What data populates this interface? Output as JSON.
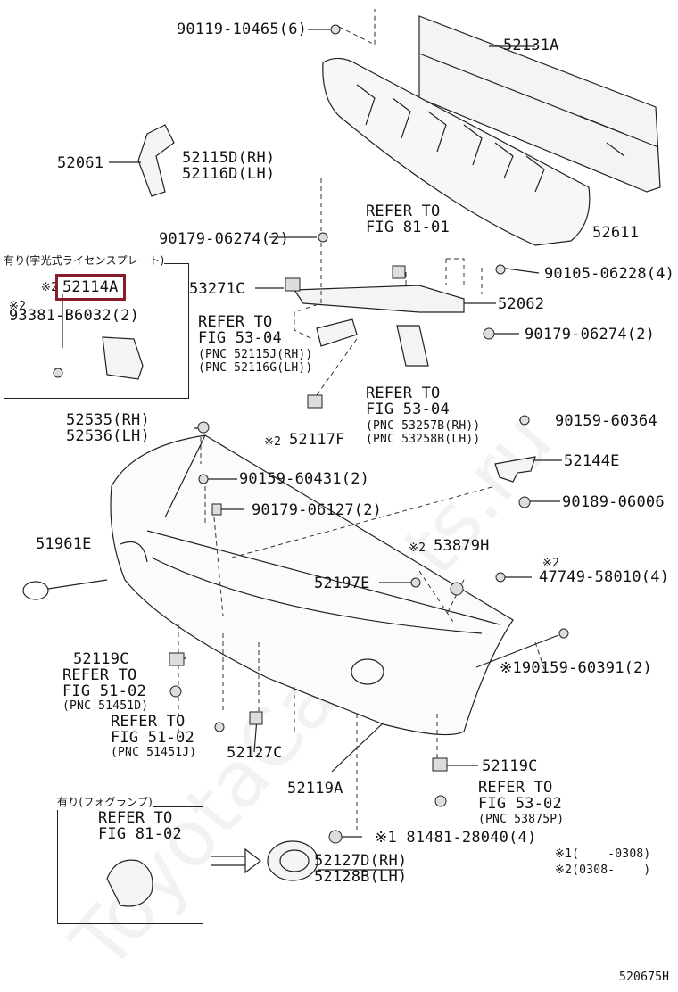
{
  "watermark": "ToyotaCarParts.ru",
  "option_license": "有り(字光式ライセンスプレート)",
  "option_fog": "有り(フォグランプ)",
  "labels": {
    "p90119": "90119-10465(6)",
    "p52131A": "52131A",
    "p52061": "52061",
    "p52115D": "52115D(RH)",
    "p52116D": "52116D(LH)",
    "refer8101": "REFER TO\nFIG 81-01",
    "p90179a": "90179-06274(2)",
    "p52611": "52611",
    "p90105": "90105-06228(4)",
    "p52114A_mark": "※2",
    "p52114A": "52114A",
    "p93381_mark": "※2",
    "p93381": "93381-B6032(2)",
    "p53271C": "53271C",
    "p52062": "52062",
    "refer5304a": "REFER TO\nFIG 53-04",
    "pnc5304a": "(PNC 52115J(RH))\n(PNC 52116G(LH))",
    "p90179b": "90179-06274(2)",
    "refer5304b": "REFER TO\nFIG 53-04",
    "pnc5304b": "(PNC 53257B(RH))\n(PNC 53258B(LH))",
    "p52535": "52535(RH)",
    "p52536": "52536(LH)",
    "p52117F_mark": "※2",
    "p52117F": "52117F",
    "p90159a": "90159-60364",
    "p90159b": "90159-60431(2)",
    "p52144E": "52144E",
    "p90189": "90189-06006",
    "p90179c": "90179-06127(2)",
    "p51961E": "51961E",
    "p53879H_mark": "※2",
    "p53879H": "53879H",
    "p47749_mark": "※2",
    "p47749": "47749-58010(4)",
    "p52197E": "52197E",
    "p52119C_a": "52119C",
    "refer5102a": "REFER TO\nFIG 51-02",
    "pnc5102a": "(PNC 51451D)",
    "p90159c": "※190159-60391(2)",
    "refer5102b": "REFER TO\nFIG 51-02",
    "pnc5102b": "(PNC 51451J)",
    "p52127C": "52127C",
    "p52119C_b": "52119C",
    "refer5302": "REFER TO\nFIG 53-02",
    "pnc5302": "(PNC 53875P)",
    "p52119A": "52119A",
    "refer8102": "REFER TO\nFIG 81-02",
    "p81481": "※1 81481-28040(4)",
    "p52127D": "52127D(RH)",
    "p52128B": "52128B(LH)",
    "note1": "※1(    -0308)",
    "note2": "※2(0308-    )",
    "figure_id": "520675H"
  },
  "colors": {
    "highlight": "#8b1c2e",
    "line": "#222222"
  }
}
